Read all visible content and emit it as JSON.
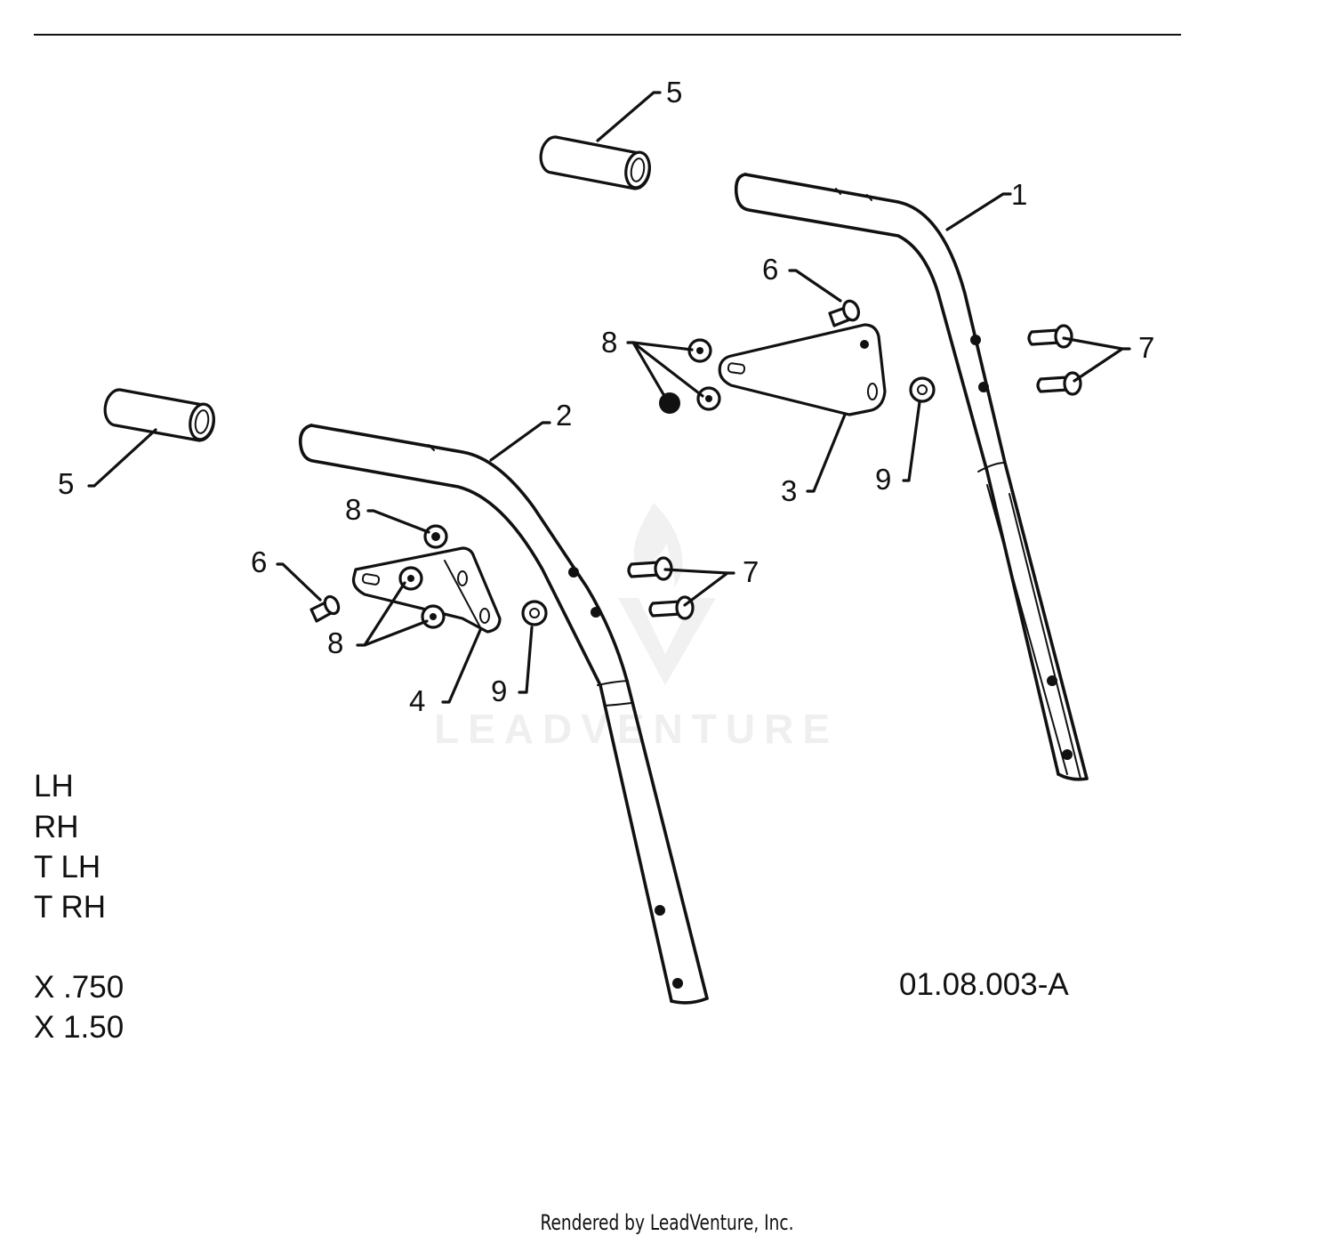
{
  "callouts": {
    "c1": "1",
    "c2": "2",
    "c3": "3",
    "c4": "4",
    "c5a": "5",
    "c5b": "5",
    "c6a": "6",
    "c6b": "6",
    "c7a": "7",
    "c7b": "7",
    "c8a": "8",
    "c8b": "8",
    "c8c": "8",
    "c9a": "9",
    "c9b": "9"
  },
  "legend": {
    "lines": [
      "LH",
      "RH",
      "T LH",
      "T RH",
      "X .750",
      "X 1.50"
    ]
  },
  "drawing_number": "01.08.003-A",
  "watermark": "LEADVENTURE",
  "footer": "Rendered by LeadVenture, Inc."
}
